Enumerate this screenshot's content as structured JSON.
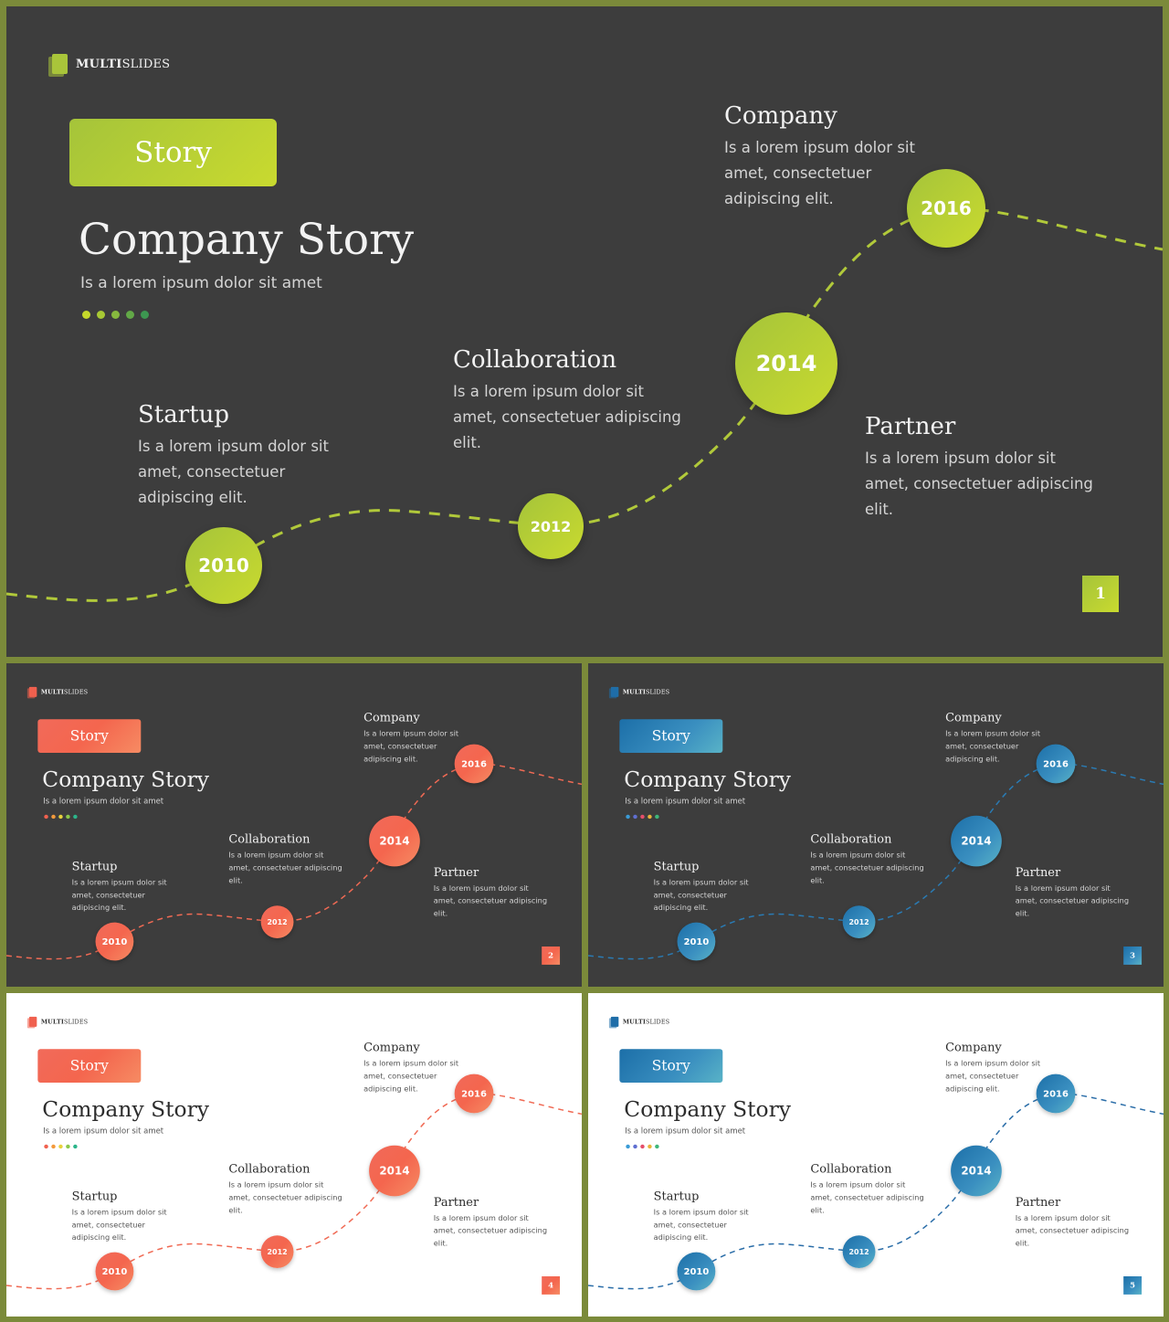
{
  "slides": [
    {
      "id": "slide-1",
      "theme": "green",
      "background": "dark",
      "line_color": "#b1c93a",
      "logo": {
        "bold": "MULTI",
        "rest": "SLIDES"
      },
      "pill_label": "Story",
      "title": "Company Story",
      "subtitle": "Is a lorem ipsum dolor sit amet",
      "dot_colors": [
        "#c6d92b",
        "#a8c934",
        "#86b93e",
        "#62a847",
        "#3d9751"
      ],
      "timeline": [
        {
          "heading": "Startup",
          "body": "Is a lorem ipsum dolor sit amet, consectetuer adipiscing elit."
        },
        {
          "heading": "Collaboration",
          "body": "Is a lorem ipsum dolor sit amet, consectetuer adipiscing elit."
        },
        {
          "heading": "Company",
          "body": "Is a lorem ipsum dolor sit amet, consectetuer adipiscing elit."
        },
        {
          "heading": "Partner",
          "body": "Is a lorem ipsum dolor sit amet, consectetuer adipiscing elit."
        }
      ],
      "years": [
        "2010",
        "2012",
        "2014",
        "2016"
      ],
      "page": "1"
    },
    {
      "id": "slide-2",
      "theme": "coral",
      "background": "dark",
      "line_color": "#f06a54",
      "logo": {
        "bold": "MULTI",
        "rest": "SLIDES"
      },
      "pill_label": "Story",
      "title": "Company Story",
      "subtitle": "Is a lorem ipsum dolor sit amet",
      "dot_colors": [
        "#f0614f",
        "#f39a3c",
        "#e8d23c",
        "#8cc84b",
        "#2bb58a"
      ],
      "timeline": [
        {
          "heading": "Startup",
          "body": "Is a lorem ipsum dolor sit amet, consectetuer adipiscing elit."
        },
        {
          "heading": "Collaboration",
          "body": "Is a lorem ipsum dolor sit amet, consectetuer adipiscing elit."
        },
        {
          "heading": "Company",
          "body": "Is a lorem ipsum dolor sit amet, consectetuer adipiscing elit."
        },
        {
          "heading": "Partner",
          "body": "Is a lorem ipsum dolor sit amet, consectetuer adipiscing elit."
        }
      ],
      "years": [
        "2010",
        "2012",
        "2014",
        "2016"
      ],
      "page": "2"
    },
    {
      "id": "slide-3",
      "theme": "blue",
      "background": "dark",
      "line_color": "#2a7bb4",
      "logo": {
        "bold": "MULTI",
        "rest": "SLIDES"
      },
      "pill_label": "Story",
      "title": "Company Story",
      "subtitle": "Is a lorem ipsum dolor sit amet",
      "dot_colors": [
        "#3a9bd6",
        "#5f6fd1",
        "#e54e6a",
        "#eab339",
        "#3fb77a"
      ],
      "timeline": [
        {
          "heading": "Startup",
          "body": "Is a lorem ipsum dolor sit amet, consectetuer adipiscing elit."
        },
        {
          "heading": "Collaboration",
          "body": "Is a lorem ipsum dolor sit amet, consectetuer adipiscing elit."
        },
        {
          "heading": "Company",
          "body": "Is a lorem ipsum dolor sit amet, consectetuer adipiscing elit."
        },
        {
          "heading": "Partner",
          "body": "Is a lorem ipsum dolor sit amet, consectetuer adipiscing elit."
        }
      ],
      "years": [
        "2010",
        "2012",
        "2014",
        "2016"
      ],
      "page": "3"
    },
    {
      "id": "slide-4",
      "theme": "coral",
      "background": "light",
      "line_color": "#f06a54",
      "logo": {
        "bold": "MULTI",
        "rest": "SLIDES"
      },
      "pill_label": "Story",
      "title": "Company Story",
      "subtitle": "Is a lorem ipsum dolor sit amet",
      "dot_colors": [
        "#f0614f",
        "#f39a3c",
        "#e8d23c",
        "#8cc84b",
        "#2bb58a"
      ],
      "timeline": [
        {
          "heading": "Startup",
          "body": "Is a lorem ipsum dolor sit amet, consectetuer adipiscing elit."
        },
        {
          "heading": "Collaboration",
          "body": "Is a lorem ipsum dolor sit amet, consectetuer adipiscing elit."
        },
        {
          "heading": "Company",
          "body": "Is a lorem ipsum dolor sit amet, consectetuer adipiscing elit."
        },
        {
          "heading": "Partner",
          "body": "Is a lorem ipsum dolor sit amet, consectetuer adipiscing elit."
        }
      ],
      "years": [
        "2010",
        "2012",
        "2014",
        "2016"
      ],
      "page": "4"
    },
    {
      "id": "slide-5",
      "theme": "blue",
      "background": "light",
      "line_color": "#2a6da8",
      "logo": {
        "bold": "MULTI",
        "rest": "SLIDES"
      },
      "pill_label": "Story",
      "title": "Company Story",
      "subtitle": "Is a lorem ipsum dolor sit amet",
      "dot_colors": [
        "#3a9bd6",
        "#5f6fd1",
        "#e54e6a",
        "#eab339",
        "#3fb77a"
      ],
      "timeline": [
        {
          "heading": "Startup",
          "body": "Is a lorem ipsum dolor sit amet, consectetuer adipiscing elit."
        },
        {
          "heading": "Collaboration",
          "body": "Is a lorem ipsum dolor sit amet, consectetuer adipiscing elit."
        },
        {
          "heading": "Company",
          "body": "Is a lorem ipsum dolor sit amet, consectetuer adipiscing elit."
        },
        {
          "heading": "Partner",
          "body": "Is a lorem ipsum dolor sit amet, consectetuer adipiscing elit."
        }
      ],
      "years": [
        "2010",
        "2012",
        "2014",
        "2016"
      ],
      "page": "5"
    }
  ]
}
